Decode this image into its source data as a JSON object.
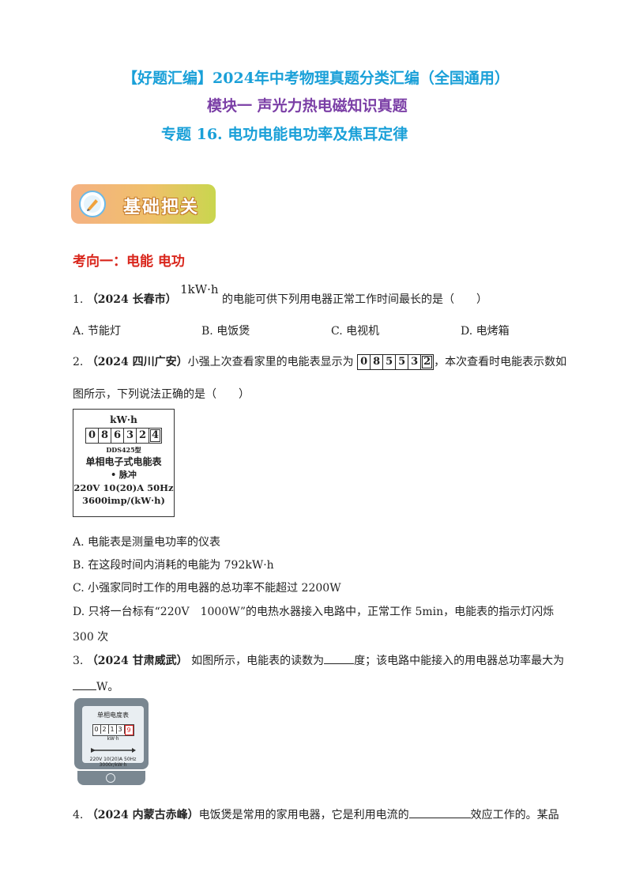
{
  "header": {
    "title": "【好题汇编】2024年中考物理真题分类汇编（全国通用）",
    "module": "模块一  声光力热电磁知识真题",
    "topic": "专题 16. 电功电能电功率及焦耳定律"
  },
  "banner": {
    "label": "基础把关",
    "icon": "pen-icon"
  },
  "section": {
    "title": "考向一：电能  电功"
  },
  "q1": {
    "num": "1.",
    "source": "（2024 长春市）",
    "quantity": "1kW·h",
    "text": "的电能可供下列用电器正常工作时间最长的是（　　）",
    "options": [
      "A.  节能灯",
      "B.  电饭煲",
      "C.  电视机",
      "D.  电烤箱"
    ]
  },
  "q2": {
    "num": "2.",
    "source": "（2024 四川广安）",
    "text_a": "小强上次查看家里的电能表显示为",
    "prev_digits": [
      "0",
      "8",
      "5",
      "5",
      "3",
      "2"
    ],
    "text_b": "，本次查看时电能表示数如",
    "text_c": "图所示，下列说法正确的是（　　）",
    "meter": {
      "unit": "kW·h",
      "digits": [
        "0",
        "8",
        "6",
        "3",
        "2",
        "4"
      ],
      "model": "DDS425型",
      "kind": "单相电子式电能表",
      "pulse": "• 脉冲",
      "spec": "220V  10(20)A  50Hz",
      "constant": "3600imp/(kW·h)"
    },
    "options": [
      "A.  电能表是测量电功率的仪表",
      "B.  在这段时间内消耗的电能为 792kW·h",
      "C.  小强家同时工作的用电器的总功率不能超过 2200W",
      "D.  只将一台标有“220V　1000W”的电热水器接入电路中，正常工作 5min，电能表的指示灯闪烁",
      "300 次"
    ]
  },
  "q3": {
    "num": "3.",
    "source": "（2024 甘肃威武）",
    "text_a": "  如图所示，电能表的读数为",
    "text_b": "度；该电路中能接入的用电器总功率最大为",
    "text_c": "W。",
    "meter": {
      "title": "单相电度表",
      "digits": [
        "0",
        "2",
        "1",
        "3",
        "9"
      ],
      "unit": "kW·h",
      "spec": "220V 10(20)A 50Hz",
      "constant": "3000r/kW·h"
    }
  },
  "q4": {
    "num": "4.",
    "source": "（2024 内蒙古赤峰）",
    "text_a": "电饭煲是常用的家用电器，它是利用电流的",
    "text_b": "效应工作的。某品"
  }
}
